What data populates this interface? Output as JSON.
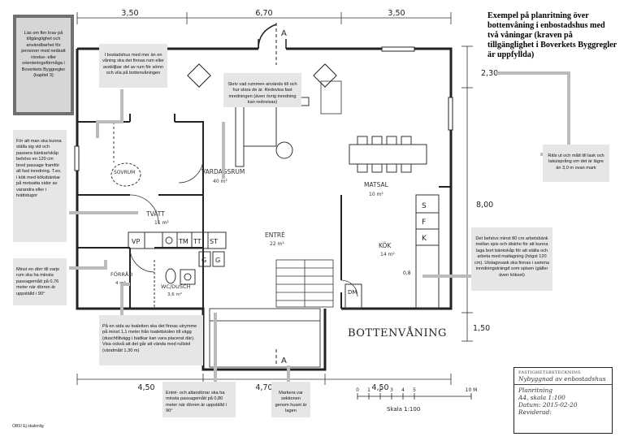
{
  "title": "Exempel på planritning över bottenvåning i enbostadshus med två våningar (kraven på tillgänglighet i Boverkets Byggregler är uppfyllda)",
  "floor_label": "BOTTENVÅNING",
  "scale_label": "Skala 1:100",
  "scale_ticks": [
    "0",
    "1",
    "2",
    "3",
    "4",
    "5",
    "10 M"
  ],
  "section_marker": "A",
  "dimensions": {
    "top": [
      "3,50",
      "6,70",
      "3,50"
    ],
    "bottom": [
      "4,50",
      "4,70",
      "4,50"
    ],
    "right": [
      "2,30",
      "8,00",
      "1,50"
    ]
  },
  "rooms": {
    "living": {
      "name": "VARDAGSRUM",
      "area": "40 m²"
    },
    "dining": {
      "name": "MATSAL",
      "area": "10 m²"
    },
    "sovrum": {
      "name": "SOVRUM",
      "area": ""
    },
    "laundry": {
      "name": "TVÄTT",
      "area": "11 m²"
    },
    "entry": {
      "name": "ENTRÉ",
      "area": "22 m²"
    },
    "storage": {
      "name": "FÖRRÅD",
      "area": "4 m²"
    },
    "wc": {
      "name": "WC/DUSCH",
      "area": "3,6 m²"
    },
    "kitchen": {
      "name": "KÖK",
      "area": "14 m²"
    }
  },
  "fixtures": {
    "laundry": [
      "VP",
      "TM",
      "TT",
      "ST"
    ],
    "cabinets": [
      "G",
      "G"
    ],
    "kitchen": [
      "S",
      "F",
      "K"
    ],
    "dishwasher": "DM",
    "dim_08": "0,8"
  },
  "notes": {
    "requirements": "Läs om fler krav på tillgänglighet och användbarhet för personer med nedsatt rörelse- eller orienteringsförmåga i Boverkets Byggregler (kapitel 3)",
    "bedroom": "I bostadshus med mer än en våning ska det finnas rum eller avskiljbar del av rum för sömn och vila på bottenvåningen",
    "living_room": "Skriv vad rummen används till och hur stora de är. Redovisa fast inredningen (även övrig inredning kan redovisas)",
    "passage": "För att man ska kunna ställa sig vid och passera bänkar/skåp behövs en 120 cm bred passage framför all fast inredning. T.ex. i kök med köksbänkar på motsatta sidor av varandra eller i tvättstugor",
    "doors": "Minst en dörr till varje rum ska ha minsta passagemått på 0,76 meter när dörren är uppställd i 90°",
    "railing": "Räls ut och mått till lask och lakuisprång om det är lägre än 3,0 m ovan mark",
    "kitchen": "Det behövs minst 80 cm arbetsbänk mellan spis och diskho för att kunna laga bort bänkskåp för att ställa och arbeta med matlagning (högst 120 cm). Utslagsvask ska finnas i samma inredningsträngd som spisen (gäller även kökset)",
    "wc": "På en sida av toaletten ska det finnas utrymme på minst 1,1 meter från toalettstolen till vägg (duschfiltvägg i badkar kan vara placerat där). Visa också att det går att vända med rullstol (vändmått 1,30 m)",
    "entrance": "Entré- och altandörrar ska ha minsta passagemått på 0,80 meter när dörren är uppställd i 90°",
    "section": "Markera var sektionen genom huset är lagen"
  },
  "title_block": {
    "heading": "FASTIGHETSBETECKNING",
    "line1": "Nybyggnad av enbostadshus",
    "line2": "Planritning",
    "line3": "A4, skala 1:100",
    "line4": "Datum: 2015-02-20",
    "line5": "Reviderad:"
  },
  "footer": "OBS! Ej skalenlig"
}
